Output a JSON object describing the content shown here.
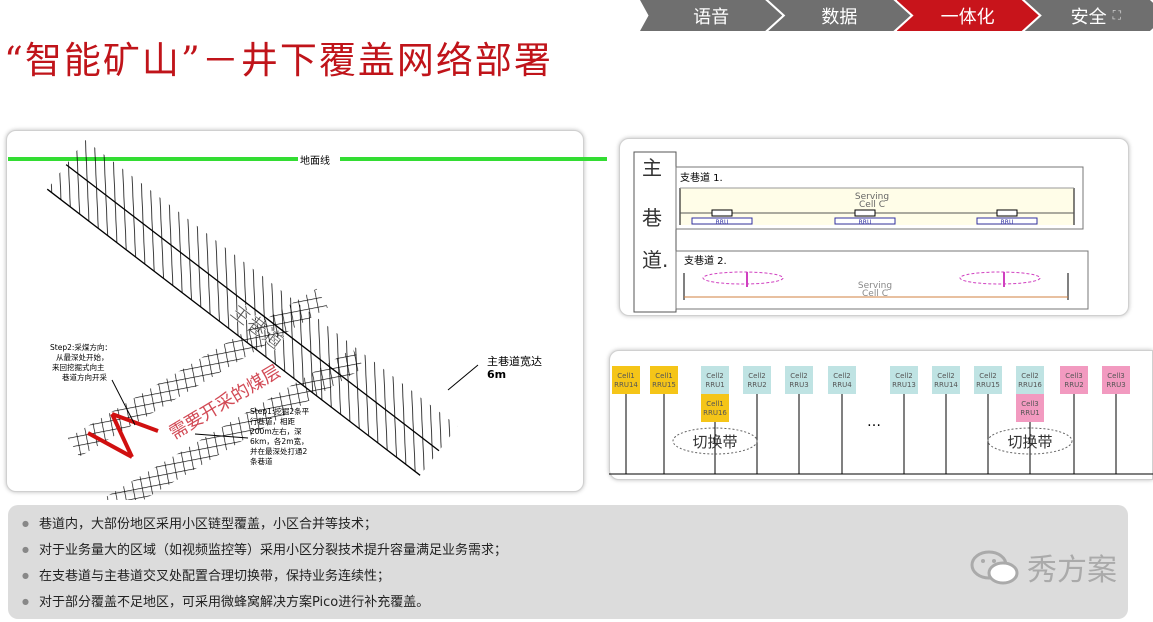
{
  "nav": {
    "items": [
      {
        "label": "语音"
      },
      {
        "label": "数据"
      },
      {
        "label": "一体化",
        "active": true
      },
      {
        "label": "安全"
      }
    ],
    "expand_icon": "expand-icon"
  },
  "title": "“智能矿山”－井下覆盖网络部署",
  "left_diagram": {
    "ground_line": "地面线",
    "main_tunnel": "主巷道",
    "coal_seam": "需要开采的煤层",
    "width_note": [
      "主巷道宽达",
      "6m"
    ],
    "step2": [
      "Step2:采煤方向：",
      "从最深处开始，",
      "来回挖掘式向主",
      "巷道方向开采"
    ],
    "step1": [
      "Step1:挖掘2条平",
      "行巷道，相距",
      "200m左右，深",
      "6km，各2m宽，",
      "并在最深处打通2",
      "条巷道"
    ]
  },
  "top_right": {
    "main_tunnel_chars": [
      "主",
      "巷",
      "道."
    ],
    "branch1": "支巷道 1.",
    "branch2": "支巷道 2.",
    "serving1": [
      "Serving",
      "Cell C"
    ],
    "serving2": [
      "Serving",
      "Cell C"
    ],
    "rru": "RRU"
  },
  "bottom_right": {
    "cells": [
      {
        "l1": "Cell1",
        "l2": "RRU14",
        "color": "#f5c518"
      },
      {
        "l1": "Cell1",
        "l2": "RRU15",
        "color": "#f5c518"
      },
      {
        "l1": "Cell2",
        "l2": "RRU1",
        "color": "#bfe3e3",
        "sub": {
          "l1": "Cell1",
          "l2": "RRU16",
          "color": "#f5c518"
        }
      },
      {
        "l1": "Cell2",
        "l2": "RRU2",
        "color": "#bfe3e3"
      },
      {
        "l1": "Cell2",
        "l2": "RRU3",
        "color": "#bfe3e3"
      },
      {
        "l1": "Cell2",
        "l2": "RRU4",
        "color": "#bfe3e3"
      },
      {
        "l1": "Cell2",
        "l2": "RRU13",
        "color": "#bfe3e3"
      },
      {
        "l1": "Cell2",
        "l2": "RRU14",
        "color": "#bfe3e3"
      },
      {
        "l1": "Cell2",
        "l2": "RRU15",
        "color": "#bfe3e3"
      },
      {
        "l1": "Cell2",
        "l2": "RRU16",
        "color": "#bfe3e3",
        "sub": {
          "l1": "Cell3",
          "l2": "RRU1",
          "color": "#f29ac0"
        }
      },
      {
        "l1": "Cell3",
        "l2": "RRU2",
        "color": "#f29ac0"
      },
      {
        "l1": "Cell3",
        "l2": "RRU3",
        "color": "#f29ac0"
      }
    ],
    "ellipsis": "…",
    "handover": "切换带"
  },
  "bullets": [
    "巷道内，大部份地区采用小区链型覆盖，小区合并等技术；",
    "对于业务量大的区域（如视频监控等）采用小区分裂技术提升容量满足业务需求；",
    "在支巷道与主巷道交叉处配置合理切换带，保持业务连续性；",
    "对于部分覆盖不足地区，可采用微蜂窝解决方案Pico进行补充覆盖。"
  ],
  "watermark": "秀方案"
}
